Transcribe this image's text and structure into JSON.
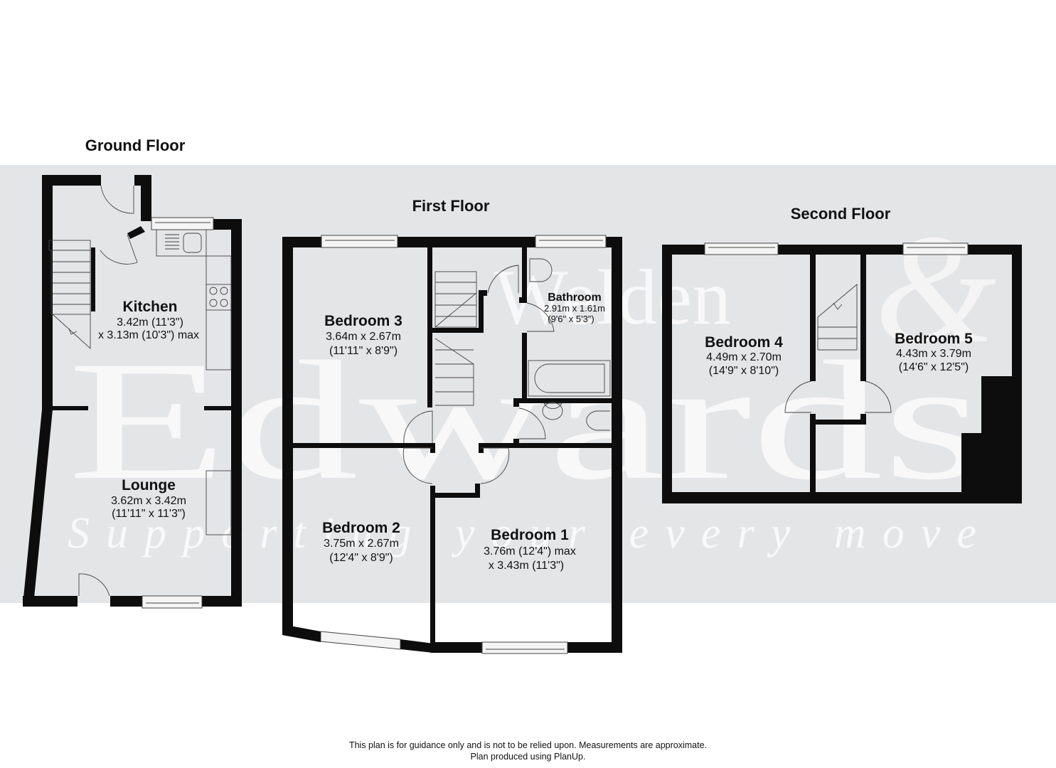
{
  "watermark": {
    "brand_top": "Welden",
    "brand_main": "Edwards",
    "tagline": "Supporting your every move",
    "logo_glyph": "&"
  },
  "floors": {
    "ground": {
      "title": "Ground Floor",
      "rooms": {
        "kitchen": {
          "name": "Kitchen",
          "dim_line1": "3.42m (11'3\")",
          "dim_line2": "x 3.13m (10'3\") max"
        },
        "lounge": {
          "name": "Lounge",
          "dim_line1": "3.62m x 3.42m",
          "dim_line2": "(11'11\" x 11'3\")"
        }
      }
    },
    "first": {
      "title": "First Floor",
      "rooms": {
        "bedroom3": {
          "name": "Bedroom 3",
          "dim_line1": "3.64m x 2.67m",
          "dim_line2": "(11'11\" x 8'9\")"
        },
        "bathroom": {
          "name": "Bathroom",
          "dim_line1": "2.91m x 1.61m",
          "dim_line2": "(9'6\" x 5'3\")"
        },
        "bedroom2": {
          "name": "Bedroom 2",
          "dim_line1": "3.75m x 2.67m",
          "dim_line2": "(12'4\" x 8'9\")"
        },
        "bedroom1": {
          "name": "Bedroom 1",
          "dim_line1": "3.76m (12'4\") max",
          "dim_line2": "x 3.43m (11'3\")"
        }
      }
    },
    "second": {
      "title": "Second Floor",
      "rooms": {
        "bedroom4": {
          "name": "Bedroom 4",
          "dim_line1": "4.49m x 2.70m",
          "dim_line2": "(14'9\" x 8'10\")"
        },
        "bedroom5": {
          "name": "Bedroom 5",
          "dim_line1": "4.43m x 3.79m",
          "dim_line2": "(14'6\" x 12'5\")"
        }
      }
    }
  },
  "footer": {
    "disclaimer": "This plan is for guidance only and is not to be relied upon. Measurements are approximate.",
    "credit": "Plan produced using PlanUp."
  },
  "colors": {
    "background_band": "#e4e5e7",
    "wall": "#0d0d0d",
    "page": "#ffffff"
  }
}
